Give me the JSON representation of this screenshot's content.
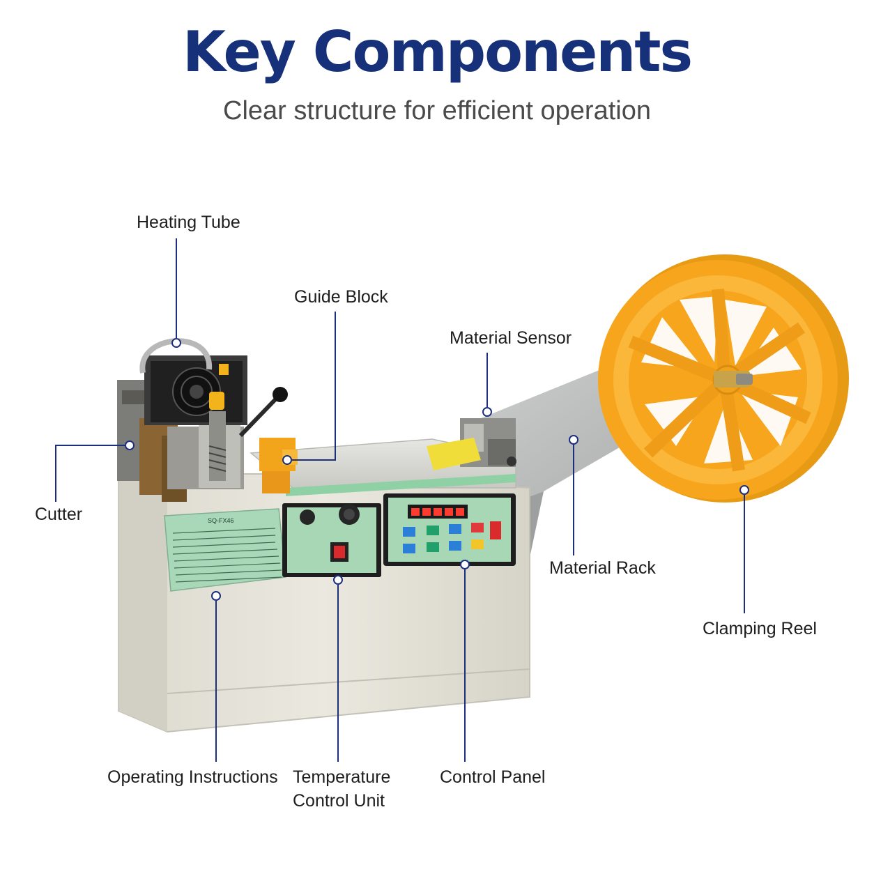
{
  "header": {
    "title": "Key Components",
    "subtitle": "Clear structure for efficient operation"
  },
  "panel_text": {
    "model": "SQ-FX46"
  },
  "labels": {
    "heating_tube": "Heating Tube",
    "guide_block": "Guide Block",
    "material_sensor": "Material Sensor",
    "cutter": "Cutter",
    "material_rack": "Material Rack",
    "clamping_reel": "Clamping Reel",
    "operating_instructions": "Operating Instructions",
    "temperature_control_unit_line1": "Temperature",
    "temperature_control_unit_line2": "Control Unit",
    "control_panel": "Control Panel"
  },
  "colors": {
    "title": "#16307a",
    "callout": "#1c2f7f",
    "machine_body": "#e7e5da",
    "panel_green": "#a9d8b8",
    "reel_orange": "#f6a51c"
  }
}
